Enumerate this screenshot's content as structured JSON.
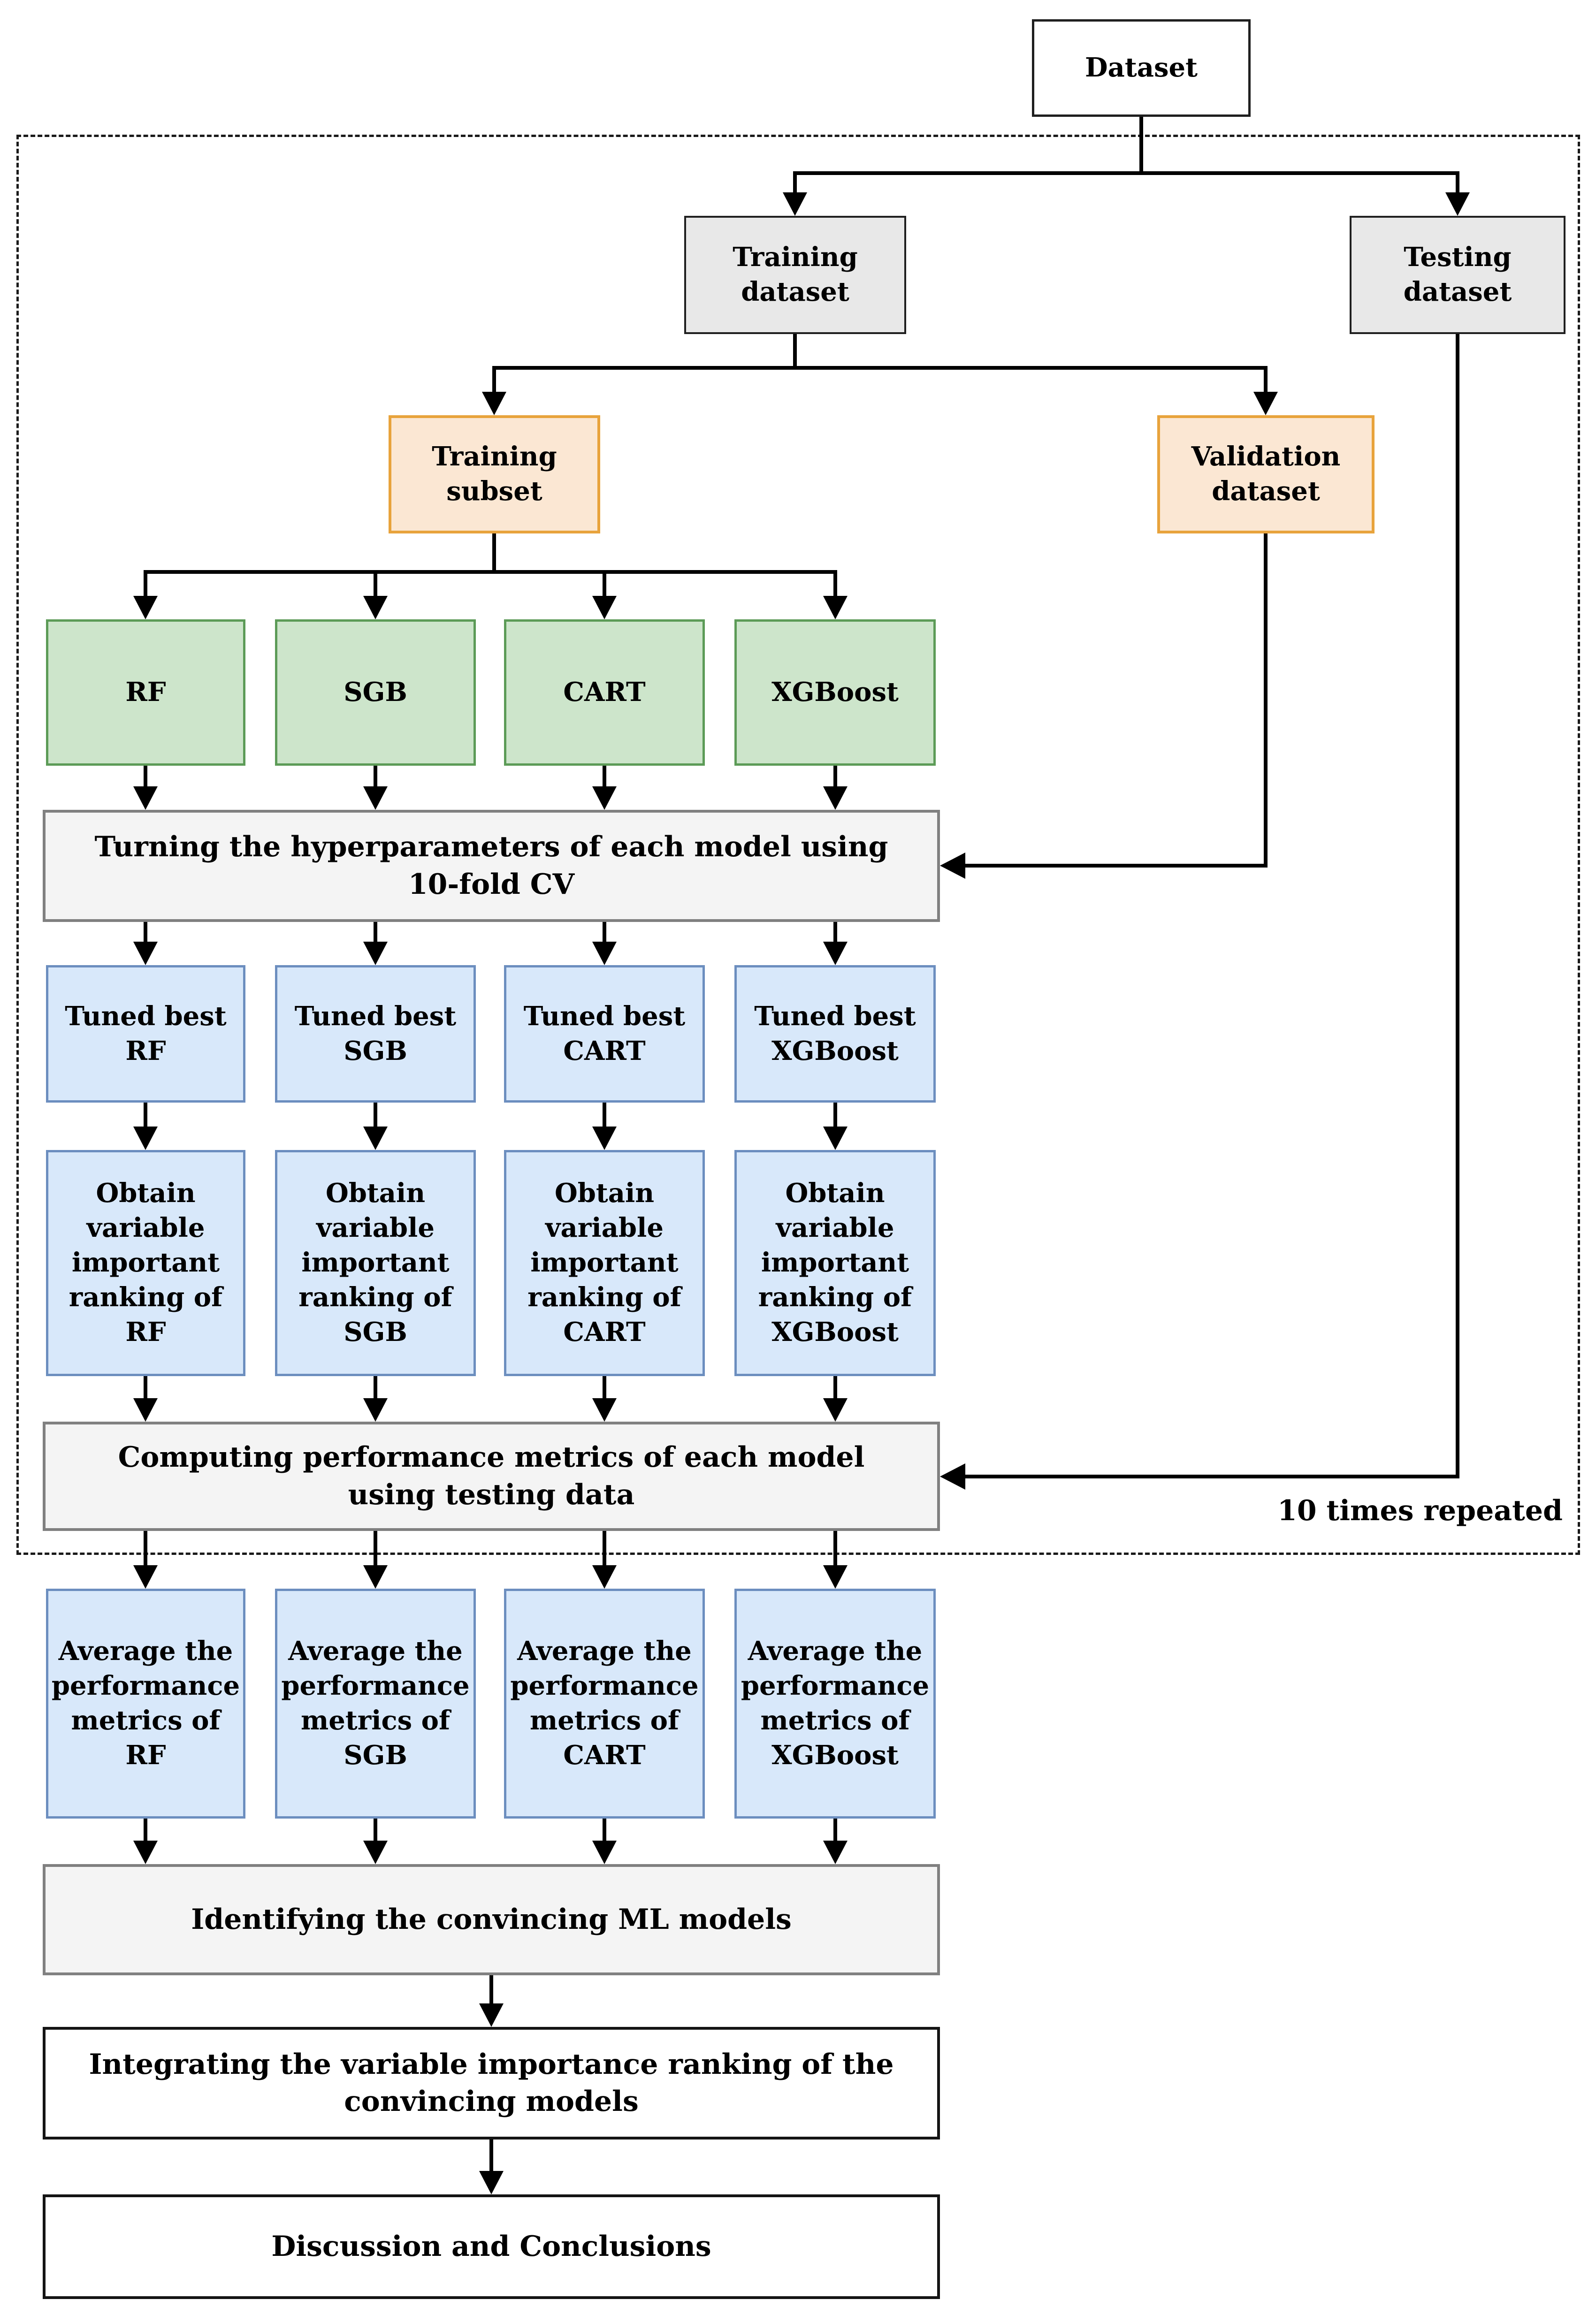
{
  "flow": {
    "dataset": "Dataset",
    "training_dataset": "Training dataset",
    "testing_dataset": "Testing dataset",
    "training_subset": "Training subset",
    "validation_dataset": "Validation dataset",
    "models": [
      "RF",
      "SGB",
      "CART",
      "XGBoost"
    ],
    "tuning_bar": "Turning the hyperparameters of each model using 10-fold CV",
    "tuned_best": [
      "Tuned best RF",
      "Tuned best SGB",
      "Tuned best CART",
      "Tuned best XGBoost"
    ],
    "obtain_ranking": [
      "Obtain variable important ranking of RF",
      "Obtain variable important ranking of SGB",
      "Obtain variable important ranking of CART",
      "Obtain variable important ranking of XGBoost"
    ],
    "computing_bar": "Computing performance metrics of each model using testing data",
    "repeat_label": "10 times repeated",
    "average_metrics": [
      "Average the performance metrics of RF",
      "Average the performance metrics of SGB",
      "Average the performance metrics of CART",
      "Average the performance metrics of XGBoost"
    ],
    "identifying_bar": "Identifying the convincing ML models",
    "integrating_box": "Integrating the variable importance ranking of the convincing models",
    "discussion_box": "Discussion and Conclusions",
    "theme": {
      "white_fill": "#FFFFFF",
      "box_border": "#1F1F1F",
      "gray_fill": "#E8E8E8",
      "orange_fill": "#FBE7D3",
      "orange_border": "#E8A33C",
      "green_fill": "#CDE5CB",
      "green_border": "#5C9B57",
      "blue_fill": "#D8E8FA",
      "blue_border": "#6C8EBF",
      "bar_fill": "#F4F4F4",
      "bar_border": "#808080",
      "line_color": "#000000"
    }
  }
}
